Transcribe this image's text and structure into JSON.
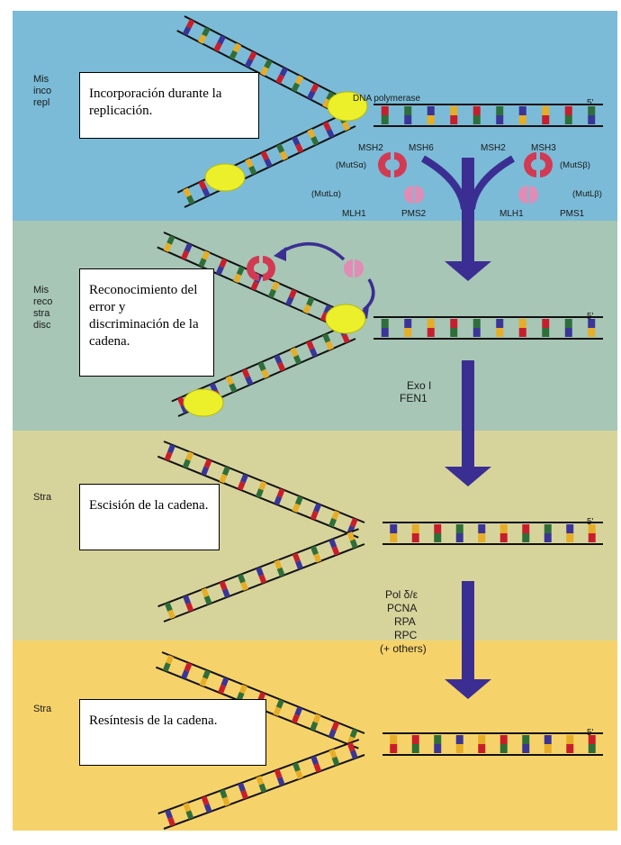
{
  "colors": {
    "band1": "#7bbbd7",
    "band2": "#a7c6b6",
    "band3": "#d7d49b",
    "band4": "#f6d36a",
    "arrow": "#3b2e92",
    "polymerase": "#ecf02a",
    "mutS": "#d23a54",
    "mutL": "#e18cb4",
    "base_colors": [
      "#c81e2c",
      "#2f6e3a",
      "#3a3596",
      "#e6ad28"
    ]
  },
  "callouts": [
    "Incorporación durante la replicación.",
    "Reconocimiento del error y discriminación de la cadena.",
    "Escisión de la cadena.",
    "Resíntesis de la cadena."
  ],
  "partial_left_text": {
    "band1": [
      "Mis",
      "inco",
      "repl"
    ],
    "band2": [
      "Mis",
      "reco",
      "stra",
      "disc"
    ],
    "band3": [
      "Stra"
    ],
    "band4": [
      "Stra"
    ]
  },
  "labels": {
    "dna_polymerase": "DNA polymerase",
    "five_prime": "5'",
    "msh2_a": "MSH2",
    "msh6": "MSH6",
    "msh2_b": "MSH2",
    "msh3": "MSH3",
    "mutsa": "(MutSα)",
    "mutsb": "(MutSβ)",
    "mutla": "(MutLα)",
    "mutlb": "(MutLβ)",
    "mlh1_a": "MLH1",
    "pms2": "PMS2",
    "mlh1_b": "MLH1",
    "pms1": "PMS1",
    "exo1": "Exo I",
    "fen1": "FEN1",
    "pol": "Pol δ/ε",
    "pcna": "PCNA",
    "rpa": "RPA",
    "rpc": "RPC",
    "others": "(+ others)"
  }
}
